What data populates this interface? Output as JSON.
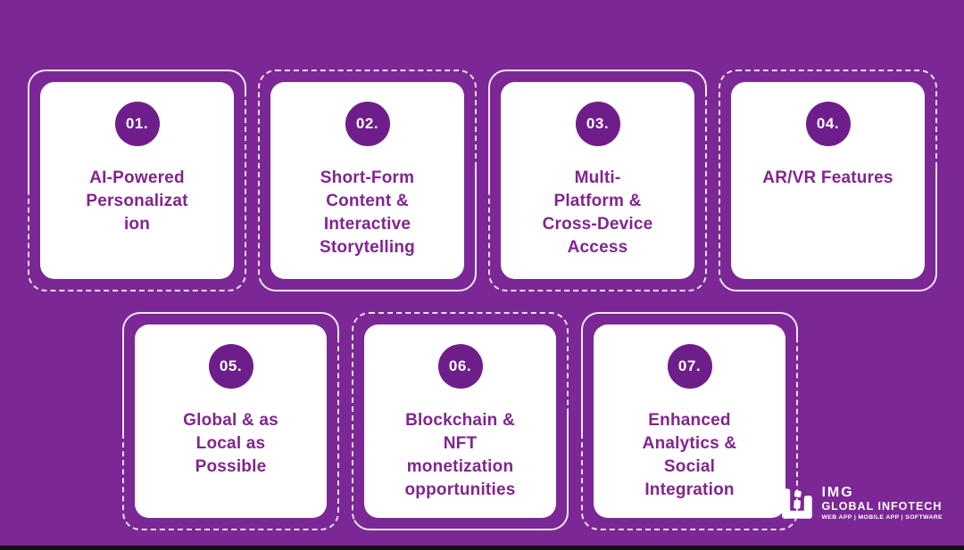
{
  "colors": {
    "background": "#7b2795",
    "badge": "#6e1e8a",
    "card_text": "#82258f",
    "card_background": "#ffffff",
    "border_solid": "#f1e6f6",
    "border_dashed": "rgba(255,255,255,0.85)",
    "bottom_bar": "#141117"
  },
  "cards": [
    {
      "number": "01.",
      "title": "AI-Powered\nPersonalizat\nion"
    },
    {
      "number": "02.",
      "title": "Short-Form\nContent &\nInteractive\nStorytelling"
    },
    {
      "number": "03.",
      "title": "Multi-\nPlatform &\nCross-Device\nAccess"
    },
    {
      "number": "04.",
      "title": "AR/VR Features"
    },
    {
      "number": "05.",
      "title": "Global & as\nLocal as\nPossible"
    },
    {
      "number": "06.",
      "title": "Blockchain &\nNFT\nmonetization\nopportunities"
    },
    {
      "number": "07.",
      "title": "Enhanced\nAnalytics &\nSocial\nIntegration"
    }
  ],
  "logo": {
    "name": "IMG",
    "company": "GLOBAL INFOTECH",
    "tagline": "WEB APP | MOBILE APP | SOFTWARE",
    "icon": "img-global-infotech-monogram"
  }
}
